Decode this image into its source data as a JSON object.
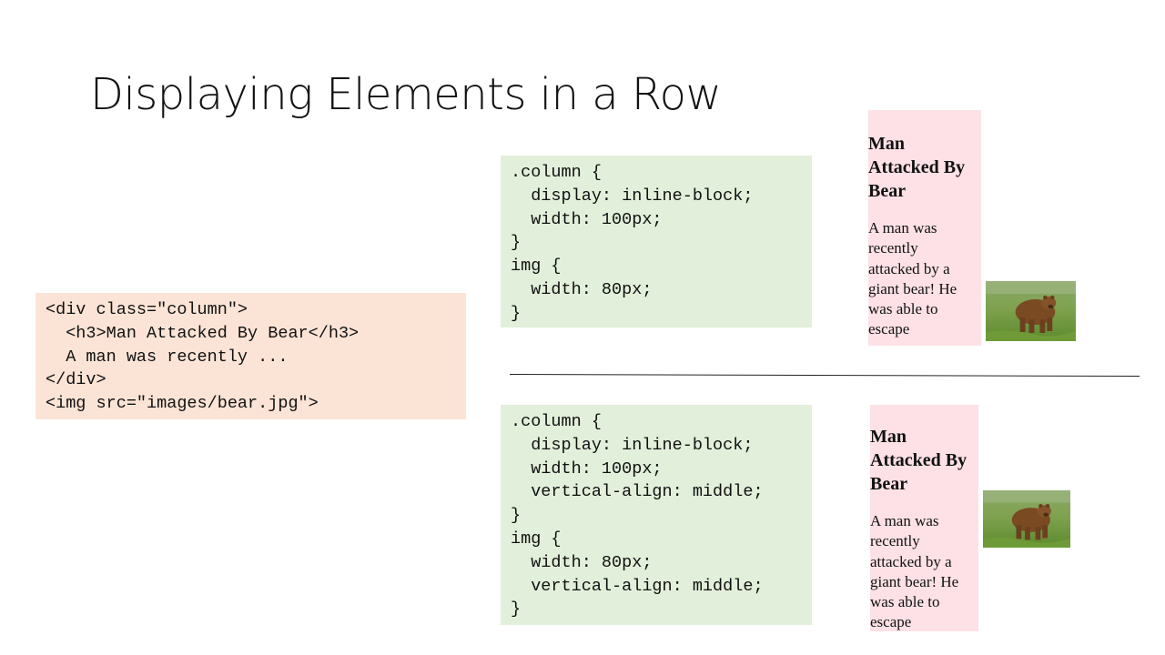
{
  "slide": {
    "title": "Displaying Elements in a Row"
  },
  "html_code": {
    "lines": [
      "<div class=\"column\">",
      "  <h3>Man Attacked By Bear</h3>",
      "  A man was recently ...",
      "</div>",
      "<img src=\"images/bear.jpg\">"
    ]
  },
  "css_code_top": {
    "lines": [
      ".column {",
      "  display: inline-block;",
      "  width: 100px;",
      "}",
      "img {",
      "  width: 80px;",
      "}"
    ]
  },
  "css_code_bottom": {
    "lines": [
      ".column {",
      "  display: inline-block;",
      "  width: 100px;",
      "  vertical-align: middle;",
      "}",
      "img {",
      "  width: 80px;",
      "  vertical-align: middle;",
      "}"
    ]
  },
  "example_top": {
    "heading": [
      "Man",
      "Attacked By",
      "Bear"
    ],
    "body": [
      "A man was",
      "recently",
      "attacked by a",
      "giant bear! He",
      "was able to",
      "escape"
    ]
  },
  "example_bottom": {
    "heading": [
      "Man",
      "Attacked By",
      "Bear"
    ],
    "body": [
      "A man was",
      "recently",
      "attacked by a",
      "giant bear! He",
      "was able to",
      "escape"
    ]
  },
  "colors": {
    "html_box_bg": "#fbe4d6",
    "css_box_bg": "#e2efda",
    "column_bg": "#fde1e6"
  },
  "icons": {
    "bear_image": "bear-photo"
  }
}
